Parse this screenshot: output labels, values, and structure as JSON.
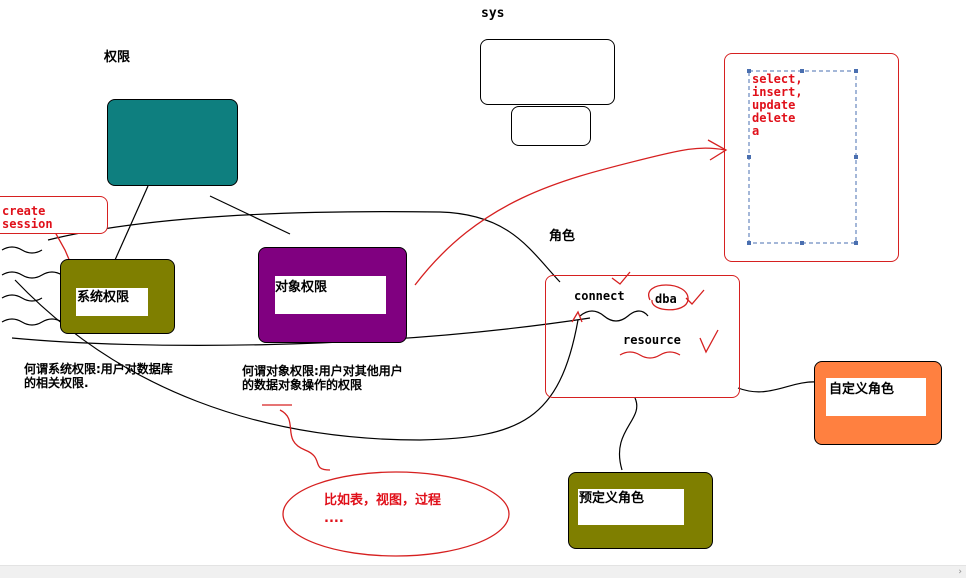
{
  "title_sys": "sys",
  "title_privilege": "权限",
  "title_role": "角色",
  "create_session": [
    "create",
    "session"
  ],
  "system_privilege": "系统权限",
  "object_privilege": "对象权限",
  "system_privilege_desc": [
    "何谓系统权限:用户对数据库",
    "的相关权限."
  ],
  "object_privilege_desc": [
    "何谓对象权限:用户对其他用户",
    "的数据对象操作的权限"
  ],
  "object_example": [
    "比如表，视图，过程",
    "...."
  ],
  "object_ops": [
    "select,",
    "insert,",
    "update",
    "delete",
    "a"
  ],
  "roles": {
    "connect": "connect",
    "dba": "dba",
    "resource": "resource"
  },
  "custom_role": "自定义角色",
  "predefined_role": "预定义角色",
  "colors": {
    "teal": "#0e7f7f",
    "olive": "#7f7f00",
    "purple": "#800080",
    "orange": "#ff8040",
    "annotation_red": "#e0101a"
  }
}
